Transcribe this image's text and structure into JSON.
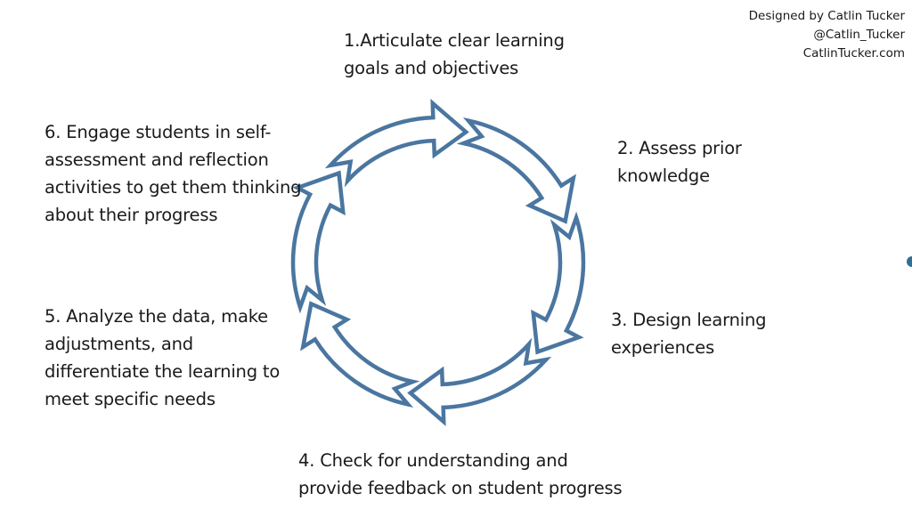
{
  "credit": {
    "line1": "Designed by Catlin Tucker",
    "line2": "@Catlin_Tucker",
    "line3": "CatlinTucker.com"
  },
  "cycle": {
    "arrow_count": 6,
    "stroke_color": "#4a76a0",
    "fill_color": "#ffffff",
    "direction": "clockwise"
  },
  "steps": [
    {
      "lines": [
        "1.Articulate clear learning",
        "goals and objectives"
      ]
    },
    {
      "lines": [
        "2. Assess prior",
        "knowledge"
      ]
    },
    {
      "lines": [
        "3. Design learning",
        "experiences"
      ]
    },
    {
      "lines": [
        "4. Check for understanding and",
        "provide feedback on student progress"
      ]
    },
    {
      "lines": [
        "5. Analyze the data, make",
        "adjustments, and",
        "differentiate the learning to",
        "meet specific needs"
      ]
    },
    {
      "lines": [
        "6. Engage students in self-",
        "assessment and reflection",
        "activities to get them thinking",
        "about their progress"
      ]
    }
  ]
}
